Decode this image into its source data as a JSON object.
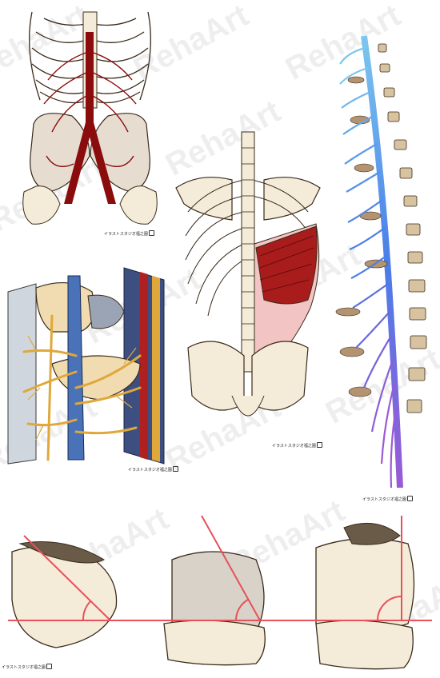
{
  "watermark": {
    "text": "RehaArt",
    "color": "#c8c8c8"
  },
  "credits": {
    "illustrator": "イラストスタジオ福之園"
  },
  "colors": {
    "bone": "#f4ecd8",
    "bone_outline": "#3a2a1a",
    "artery": "#8a0c0c",
    "muscle": "#a81c1c",
    "nerve": "#e0a83a",
    "spine_grad_top": "#7cc6ef",
    "spine_grad_mid": "#4a7ee8",
    "spine_grad_bottom": "#9a5ad6",
    "vertebra_dark": "#b49470",
    "angle_line": "#e8505a",
    "gray_bone": "#d8d2c8",
    "dark_facet": "#6a5a48"
  },
  "panels": [
    {
      "id": "abdominal-aorta",
      "credit_visible": true
    },
    {
      "id": "latissimus-dorsi",
      "credit_visible": true
    },
    {
      "id": "spinal-nerves",
      "credit_visible": true
    },
    {
      "id": "spinal-cross-section",
      "credit_visible": true
    },
    {
      "id": "facet-angles",
      "credit_visible": true
    }
  ]
}
